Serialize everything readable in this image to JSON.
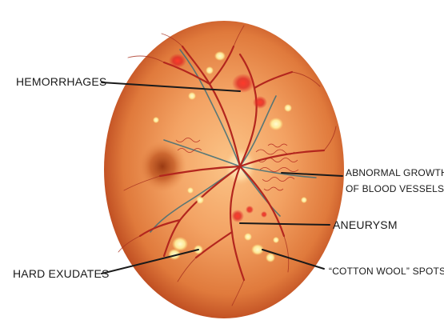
{
  "labels": {
    "hemorrhages": "HEMORRHAGES",
    "abnormal_growth_line1": "ABNORMAL GROWTH",
    "abnormal_growth_line2": "OF BLOOD VESSELS",
    "aneurysm": "ANEURYSM",
    "hard_exudates": "HARD EXUDATES",
    "cotton_wool_spots": "“COTTON WOOL” SPOTS"
  },
  "colors": {
    "background": "#ffffff",
    "fundus_center": "#f7b273",
    "fundus_edge": "#b8441c",
    "fovea": "#9a3a12",
    "vessel": "#b3261e",
    "vein": "#3f6f78",
    "hemorrhage": "#e02a25",
    "exudate": "#fff2a0",
    "leader_line": "#1a1a1a"
  }
}
